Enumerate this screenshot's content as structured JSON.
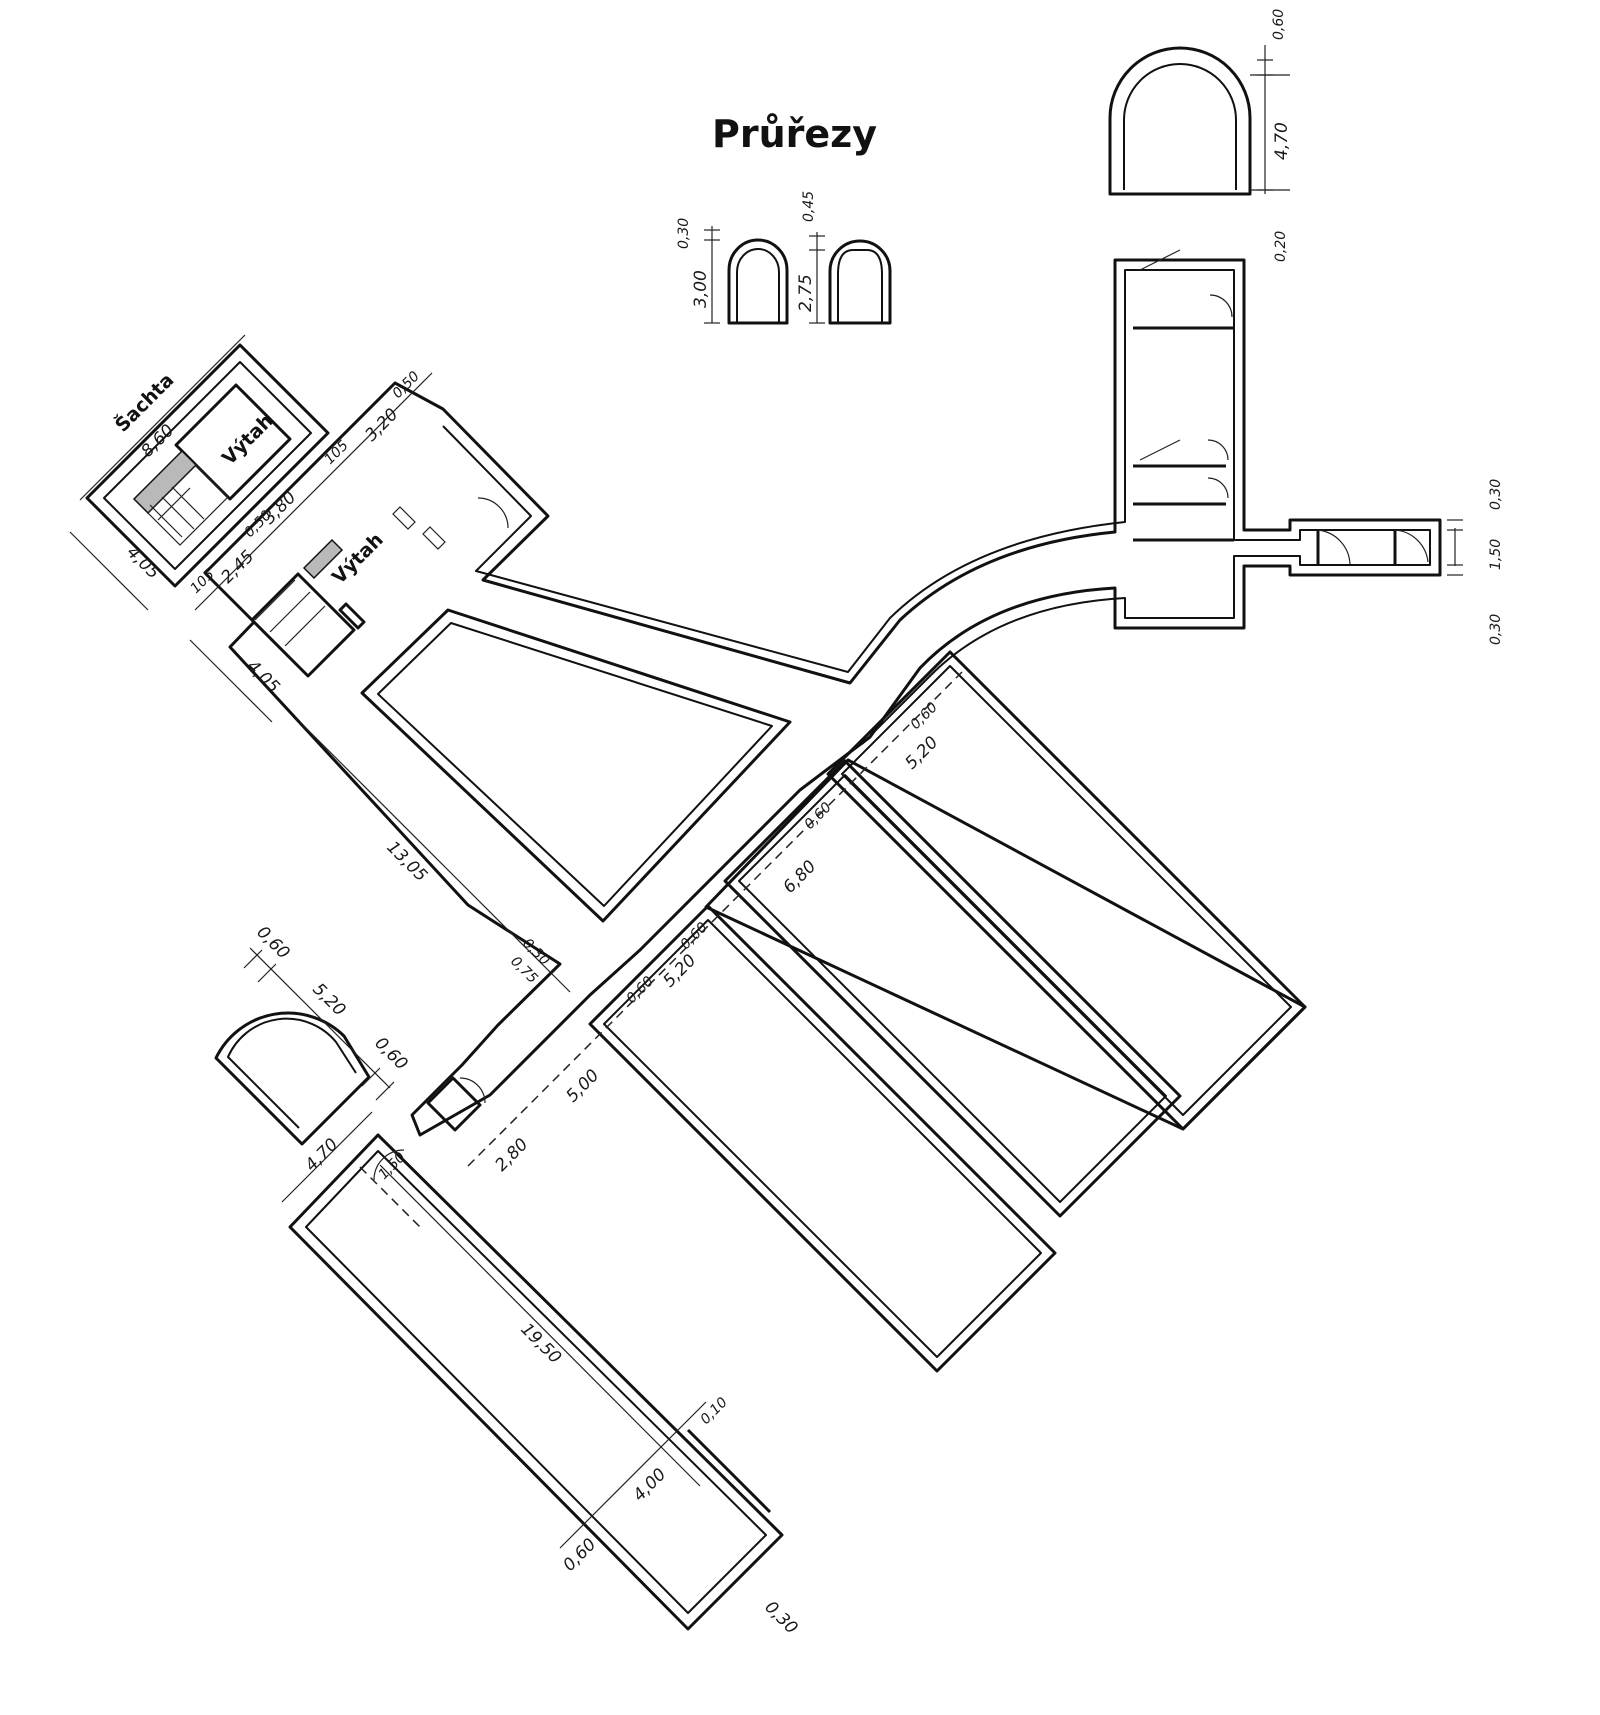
{
  "title": "Průřezy",
  "labels": {
    "shaft": "Šachta",
    "lift_upper": "Výtah",
    "lift_lower": "Výtah"
  },
  "dimensions": {
    "sec1_top": "0,30",
    "sec1_height": "3,00",
    "sec2_top": "0,45",
    "sec2_height": "2,75",
    "sec3_top": "0,60",
    "sec3_height": "4,70",
    "sec3_bottom": "0,20",
    "corr_r1": "0,30",
    "corr_r2": "1,50",
    "corr_r3": "0,30",
    "shaft_len": "8,60",
    "shaft_width": "4,05",
    "lift_width": "4,05",
    "row_105a": "105",
    "row_245": "2,45",
    "row_050a": "0,50",
    "row_380": "3,80",
    "row_105b": "105",
    "row_320": "3,20",
    "row_050b": "0,50",
    "corr_len": "13,05",
    "corr_030": "0,30",
    "corr_075": "0,75",
    "sec4_top": "0,60",
    "sec4_height": "5,20",
    "sec4_bottom": "0,60",
    "base_470": "4,70",
    "base_150": "1,50",
    "fan_060a": "0,60",
    "fan_520a": "5,20",
    "fan_060b": "0,60",
    "fan_680": "6,80",
    "fan_060c": "0,60",
    "fan_520b": "5,20",
    "fan_060d": "0,60",
    "fan_500": "5,00",
    "fan_280": "2,80",
    "long_len": "19,50",
    "long_010": "0,10",
    "long_400": "4,00",
    "long_060": "0,60",
    "long_030": "0,30"
  }
}
